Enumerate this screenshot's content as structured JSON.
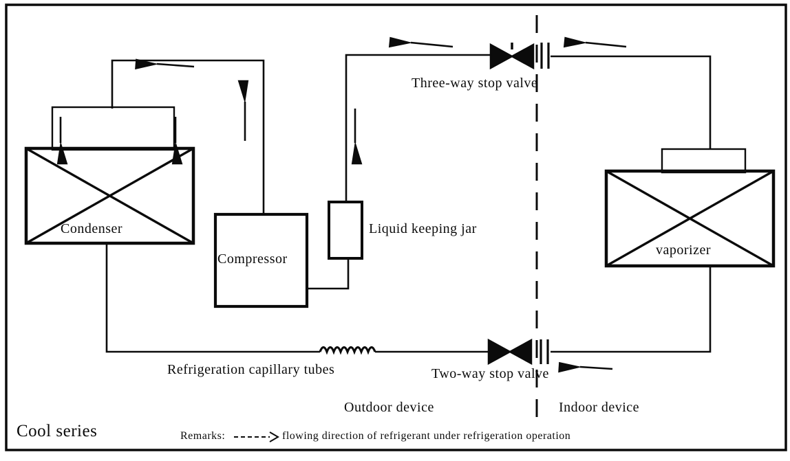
{
  "diagram": {
    "title": "Cool series",
    "type": "refrigeration-cycle-schematic",
    "components": {
      "condenser": "Condenser",
      "compressor": "Compressor",
      "liquid_jar": "Liquid keeping jar",
      "vaporizer": "vaporizer",
      "three_way_valve": "Three-way stop valve",
      "two_way_valve": "Two-way stop valve",
      "capillary": "Refrigeration capillary tubes"
    },
    "zones": {
      "outdoor": "Outdoor device",
      "indoor": "Indoor device"
    },
    "remarks": {
      "prefix": "Remarks:",
      "arrow": "------>",
      "text": "flowing direction of refrigerant under refrigeration operation"
    },
    "colors": {
      "line": "#0b0b0b",
      "background": "#ffffff"
    }
  }
}
